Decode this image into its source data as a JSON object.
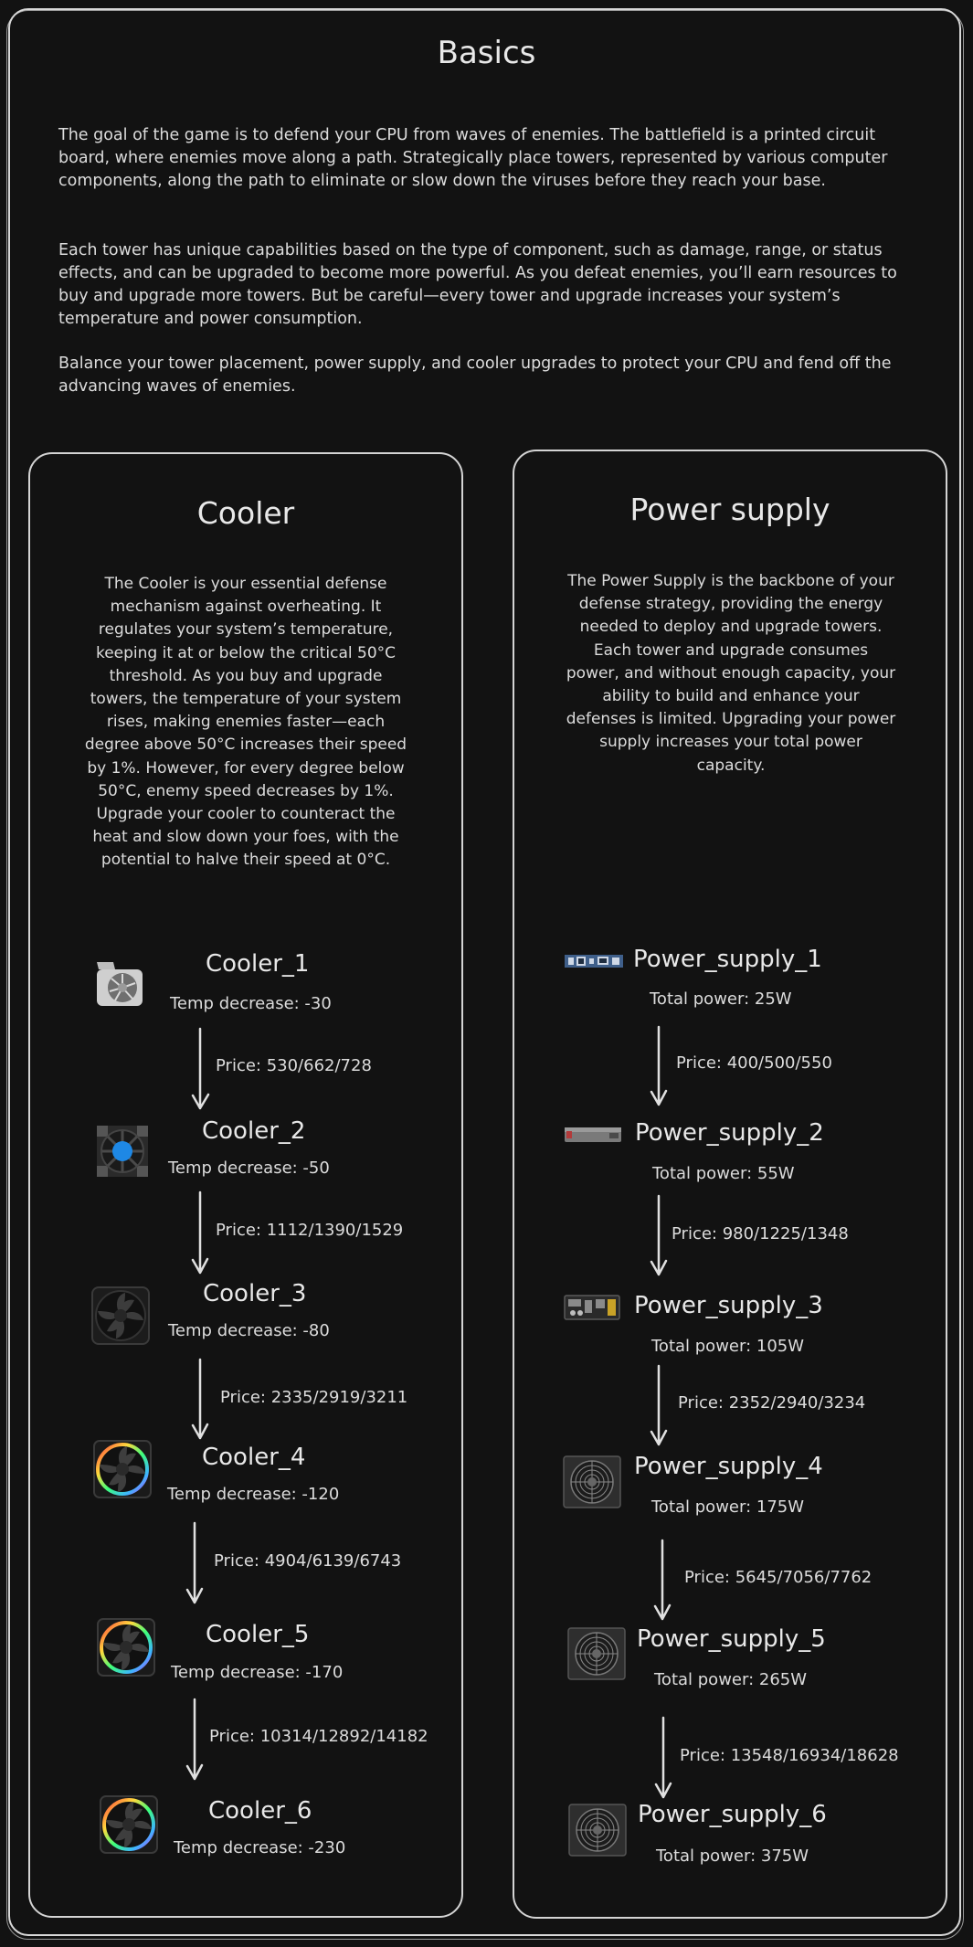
{
  "title": "Basics",
  "intro": [
    "The goal of the game is to defend your CPU from waves of enemies. The battlefield is a printed circuit board, where enemies move along a path. Strategically place towers, represented by various computer components, along the path to eliminate or slow down the viruses before they reach your base.",
    "Each tower has unique capabilities based on the type of component, such as damage, range, or status effects, and can be upgraded to become more powerful. As you defeat enemies, you’ll earn resources to buy and upgrade more towers. But be careful—every tower and upgrade increases your system’s temperature and power consumption.",
    "Balance your tower placement, power supply, and cooler upgrades to protect your CPU and fend off the advancing waves of enemies."
  ],
  "cooler": {
    "title": "Cooler",
    "description": "The Cooler is your essential defense mechanism against overheating. It regulates your system’s temperature, keeping it at or below the critical 50°C threshold. As you buy and upgrade towers, the temperature of your system rises, making enemies faster—each degree above 50°C increases their speed by 1%. However, for every degree below 50°C, enemy speed decreases by 1%. Upgrade your cooler to counteract the heat and slow down your foes, with the potential to halve their speed at 0°C.",
    "items": [
      {
        "name": "Cooler_1",
        "stat": "Temp decrease: -30",
        "price": "Price: 530/662/728",
        "icon": "laptop-blower-fan-icon"
      },
      {
        "name": "Cooler_2",
        "stat": "Temp decrease: -50",
        "price": "Price: 1112/1390/1529",
        "icon": "cpu-heatsink-fan-icon"
      },
      {
        "name": "Cooler_3",
        "stat": "Temp decrease: -80",
        "price": "Price: 2335/2919/3211",
        "icon": "case-fan-icon"
      },
      {
        "name": "Cooler_4",
        "stat": "Temp decrease: -120",
        "price": "Price: 4904/6139/6743",
        "icon": "rgb-fan-icon"
      },
      {
        "name": "Cooler_5",
        "stat": "Temp decrease: -170",
        "price": "Price: 10314/12892/14182",
        "icon": "rgb-fan-icon"
      },
      {
        "name": "Cooler_6",
        "stat": "Temp decrease: -230",
        "icon": "rgb-fan-icon"
      }
    ]
  },
  "power": {
    "title": "Power supply",
    "description": "The Power Supply is the backbone of your defense strategy, providing the energy needed to deploy and upgrade towers. Each tower and upgrade consumes power, and without enough capacity, your ability to build and enhance your defenses is limited. Upgrading your power supply increases your total power capacity.",
    "items": [
      {
        "name": "Power_supply_1",
        "stat": "Total power: 25W",
        "price": "Price: 400/500/550",
        "icon": "circuit-board-icon"
      },
      {
        "name": "Power_supply_2",
        "stat": "Total power: 55W",
        "price": "Price: 980/1225/1348",
        "icon": "power-brick-icon"
      },
      {
        "name": "Power_supply_3",
        "stat": "Total power: 105W",
        "price": "Price: 2352/2940/3234",
        "icon": "psu-board-icon"
      },
      {
        "name": "Power_supply_4",
        "stat": "Total power: 175W",
        "price": "Price: 5645/7056/7762",
        "icon": "psu-fan-icon"
      },
      {
        "name": "Power_supply_5",
        "stat": "Total power: 265W",
        "price": "Price: 13548/16934/18628",
        "icon": "psu-fan-icon"
      },
      {
        "name": "Power_supply_6",
        "stat": "Total power: 375W",
        "icon": "psu-fan-icon"
      }
    ]
  },
  "colors": {
    "background": "#121212",
    "stroke": "#d8d8d8",
    "text": "#e6e6e6",
    "fan_blue": "#1e88e5"
  }
}
